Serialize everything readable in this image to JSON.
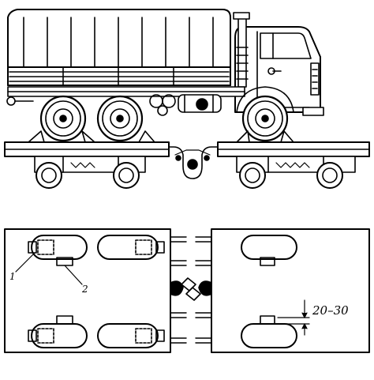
{
  "figure": {
    "callouts": [
      {
        "id": "1",
        "text": "1"
      },
      {
        "id": "2",
        "text": "2"
      }
    ],
    "dimension": {
      "text": "20–30"
    }
  }
}
